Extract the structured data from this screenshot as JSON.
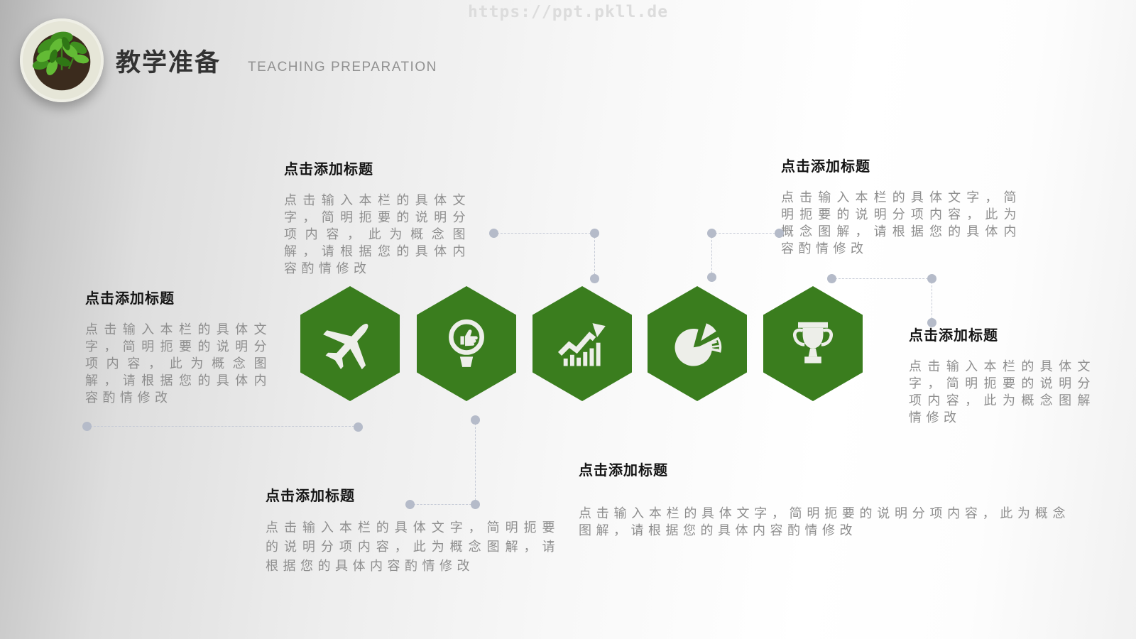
{
  "watermark": "https://ppt.pkll.de",
  "header": {
    "title": "教学准备",
    "subtitle": "TEACHING PREPARATION"
  },
  "colors": {
    "hexagon_green": "#3a7d1e",
    "icon_white": "#edeee9",
    "title_dark": "#151515",
    "body_gray": "#8e8e8e",
    "connector_dot": "#b5bbc9",
    "connector_line": "#c5cad6",
    "watermark_gray": "#dcdcdc"
  },
  "hexagons": [
    {
      "icon": "airplane-icon"
    },
    {
      "icon": "lightbulb-thumbs-up-icon"
    },
    {
      "icon": "growth-chart-icon"
    },
    {
      "icon": "pie-chart-icon"
    },
    {
      "icon": "trophy-icon"
    }
  ],
  "blocks": {
    "left": {
      "title": "点击添加标题",
      "body": "点击输入本栏的具体文字，简明扼要的说明分项内容，此为概念图解，请根据您的具体内容酌情修改"
    },
    "top_middle": {
      "title": "点击添加标题",
      "body": "点击输入本栏的具体文字，简明扼要的说明分项内容，此为概念图解，请根据您的具体内容酌情修改"
    },
    "top_right": {
      "title": "点击添加标题",
      "body": "点击输入本栏的具体文字，简明扼要的说明分项内容，此为概念图解，请根据您的具体内容酌情修改"
    },
    "right": {
      "title": "点击添加标题",
      "body": "点击输入本栏的具体文字，简明扼要的说明分项内容，此为概念图解情修改"
    },
    "bottom_left": {
      "title": "点击添加标题",
      "body": "点击输入本栏的具体文字，简明扼要的说明分项内容，此为概念图解，请根据您的具体内容酌情修改"
    },
    "bottom_middle": {
      "title": "点击添加标题",
      "body": "点击输入本栏的具体文字，简明扼要的说明分项内容，此为概念图解，请根据您的具体内容酌情修改"
    }
  }
}
